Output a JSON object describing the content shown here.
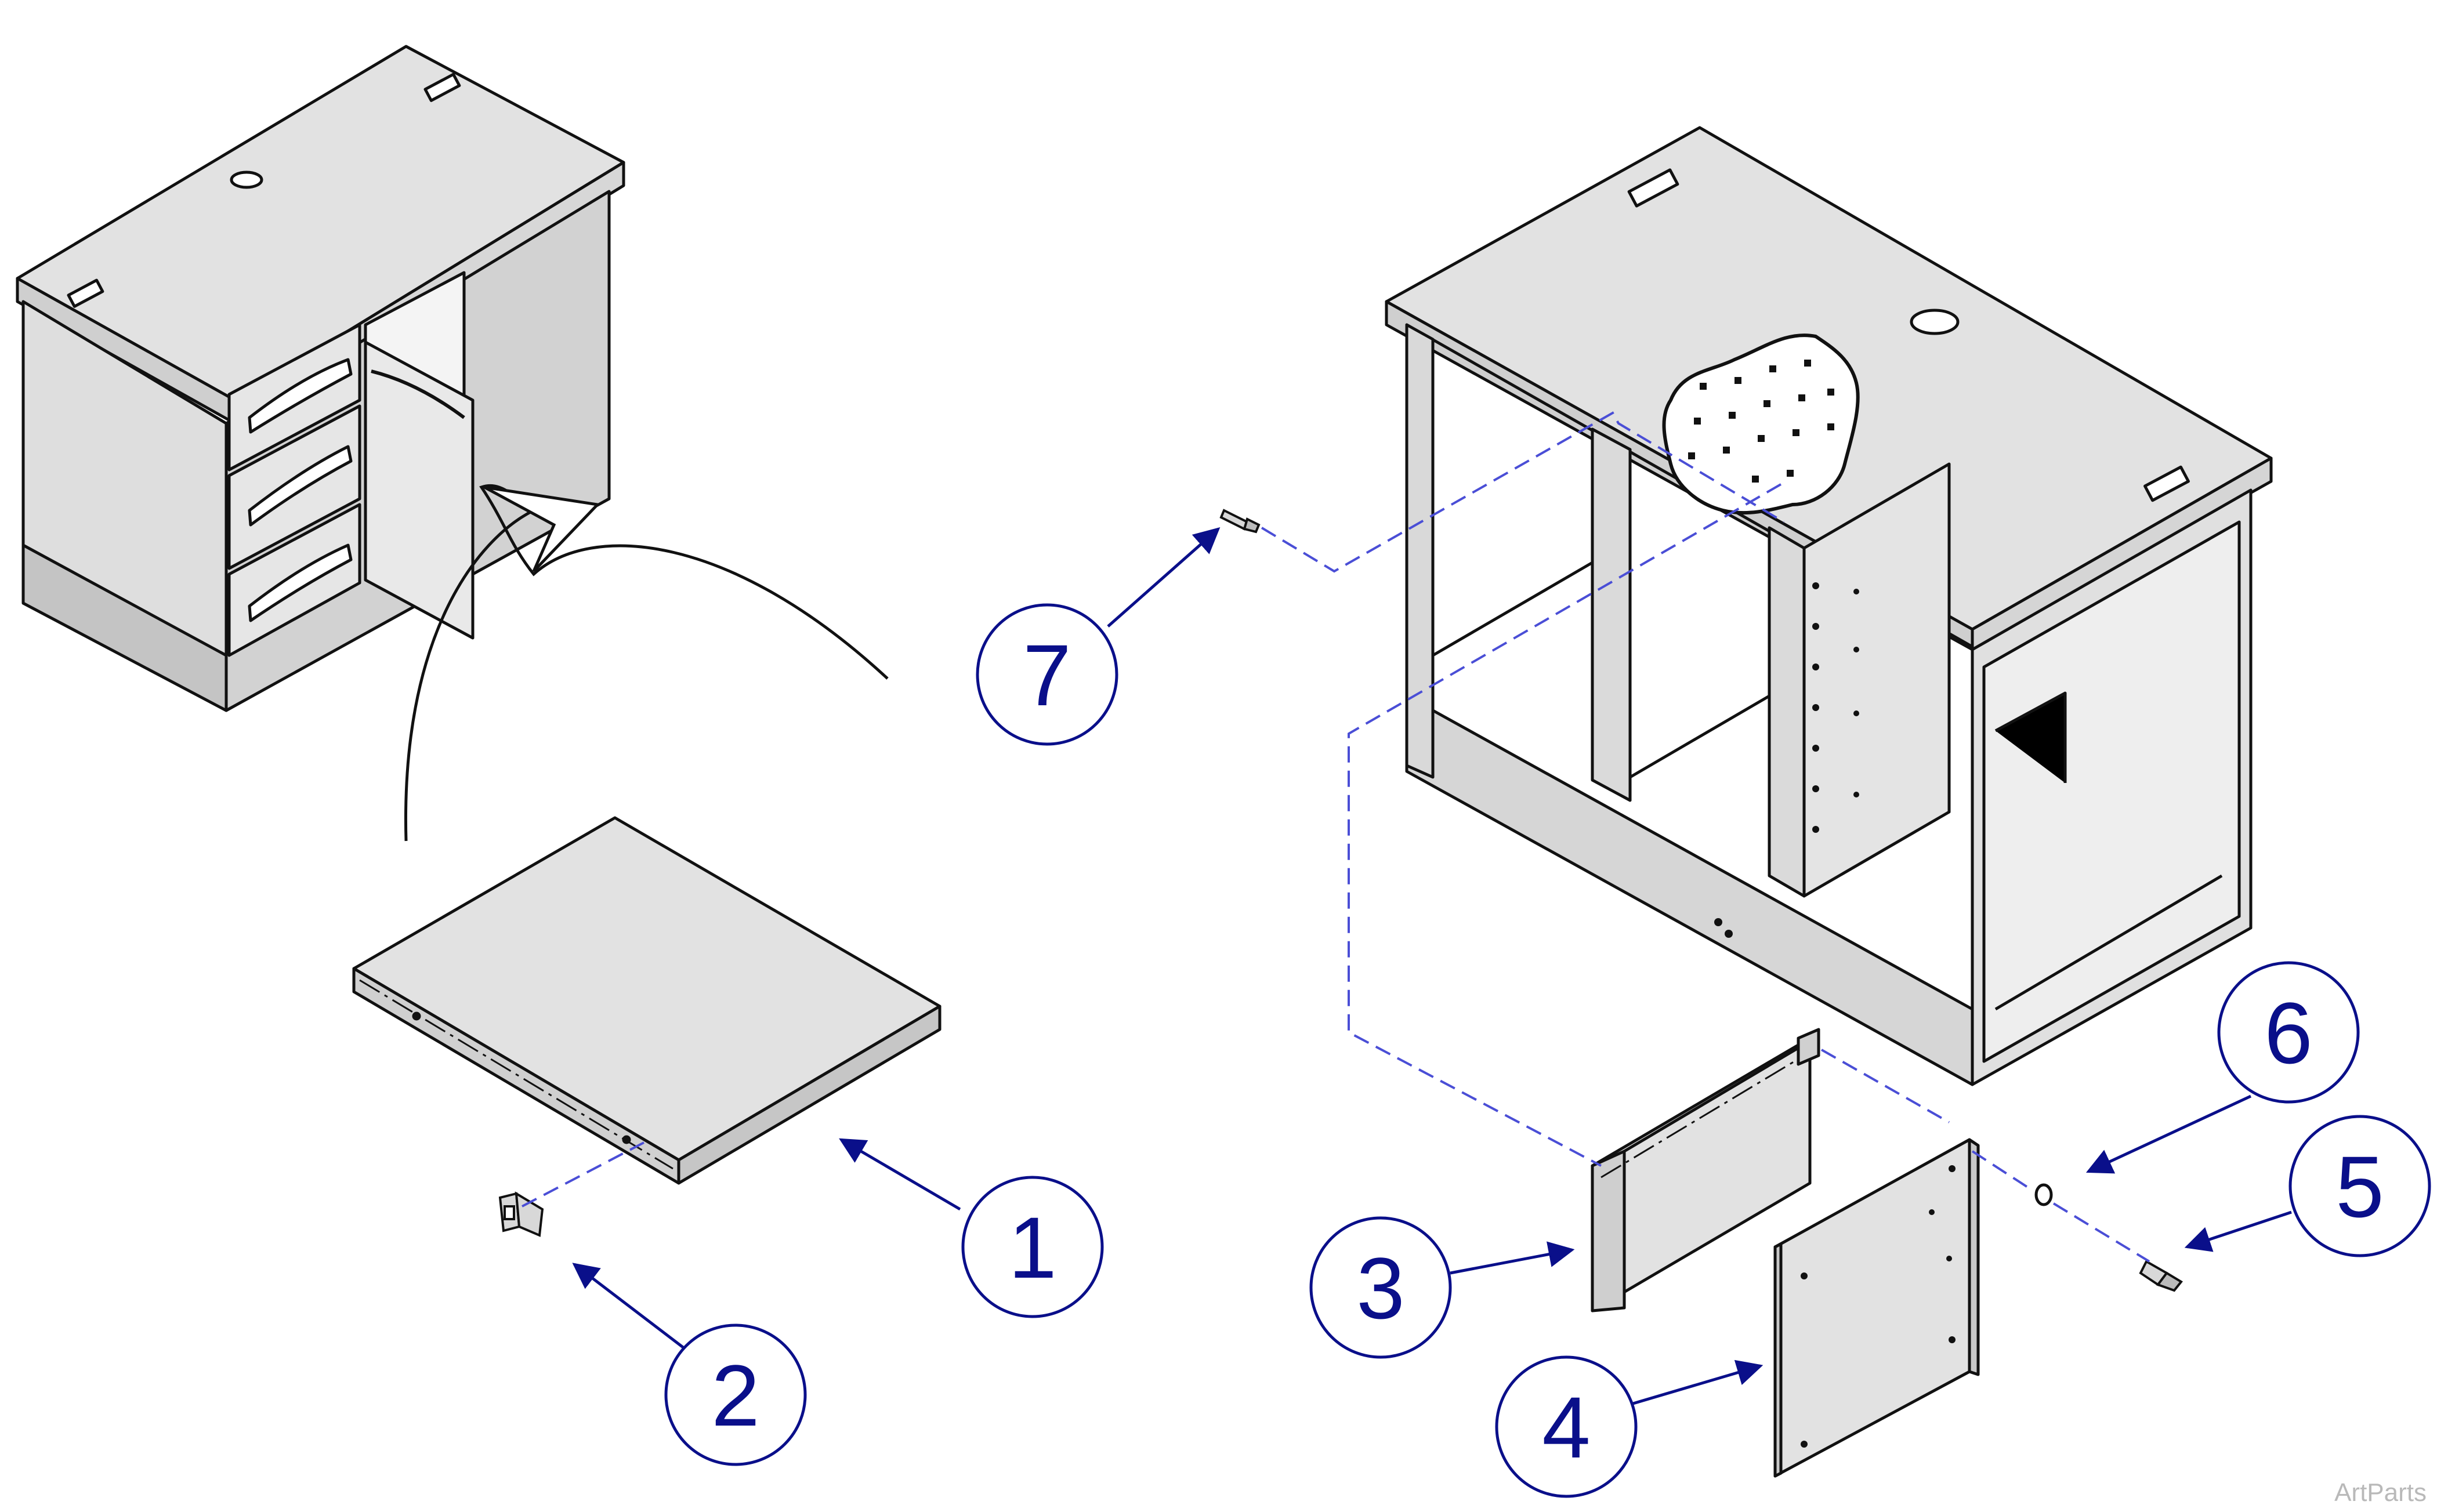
{
  "watermark": "ArtParts",
  "callouts": [
    {
      "id": "1",
      "label": "1"
    },
    {
      "id": "2",
      "label": "2"
    },
    {
      "id": "3",
      "label": "3"
    },
    {
      "id": "4",
      "label": "4"
    },
    {
      "id": "5",
      "label": "5"
    },
    {
      "id": "6",
      "label": "6"
    },
    {
      "id": "7",
      "label": "7"
    }
  ],
  "colors": {
    "callout": "#0a0f8a",
    "leader_dash": "#4a4ed6",
    "panel_fill": "#e2e2e2",
    "panel_side": "#c9c9c9",
    "outline": "#111111"
  },
  "icons": [
    "assembled-cabinet",
    "open-cabinet-frame",
    "shelf-panel",
    "shelf-clip",
    "mounting-bracket",
    "side-panel",
    "screw",
    "washer",
    "shelf-pin"
  ]
}
